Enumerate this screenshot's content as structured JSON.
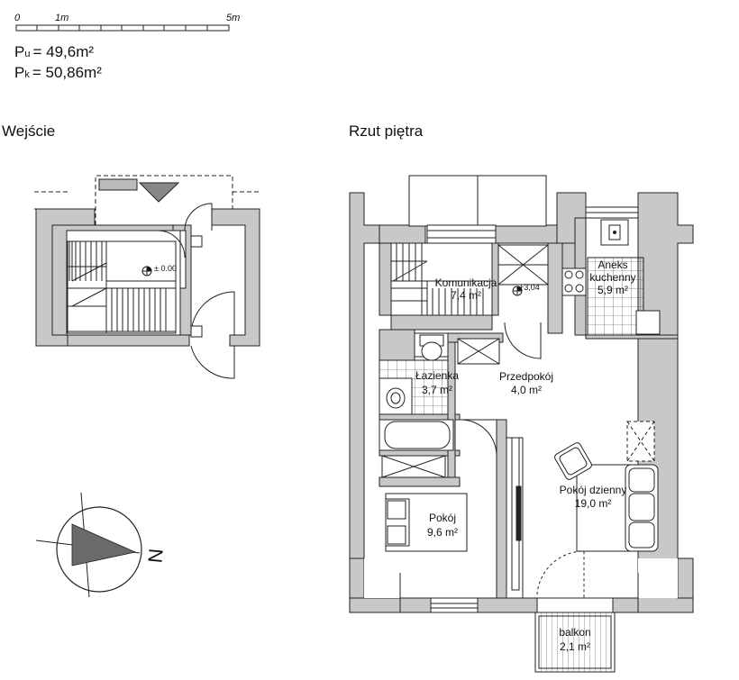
{
  "scale": {
    "zero": "0",
    "one": "1m",
    "five": "5m"
  },
  "areas": {
    "usable": {
      "prefix": "P",
      "sub": "u",
      "value": "= 49,6m²"
    },
    "total": {
      "prefix": "P",
      "sub": "k",
      "value": "= 50,86m²"
    }
  },
  "sections": {
    "entrance": "Wejście",
    "floor": "Rzut piętra"
  },
  "levels": {
    "entrance": "± 0.00",
    "floor": "+3,04"
  },
  "rooms": {
    "komunikacja": {
      "name": "Komunikacja",
      "area": "7,4 m²"
    },
    "aneks": {
      "name1": "Aneks",
      "name2": "kuchenny",
      "area": "5,9 m²"
    },
    "lazienka": {
      "name": "Łazienka",
      "area": "3,7 m²"
    },
    "przedpokoj": {
      "name": "Przedpokój",
      "area": "4,0 m²"
    },
    "pokoj": {
      "name": "Pokój",
      "area": "9,6 m²"
    },
    "dzienny": {
      "name": "Pokój dzienny",
      "area": "19,0 m²"
    },
    "balkon": {
      "name": "balkon",
      "area": "2,1 m²"
    }
  },
  "compass": {
    "letter": "N"
  },
  "colors": {
    "wall": "#c8c8c8",
    "line": "#222222",
    "arrow": "#6a6a6a"
  }
}
